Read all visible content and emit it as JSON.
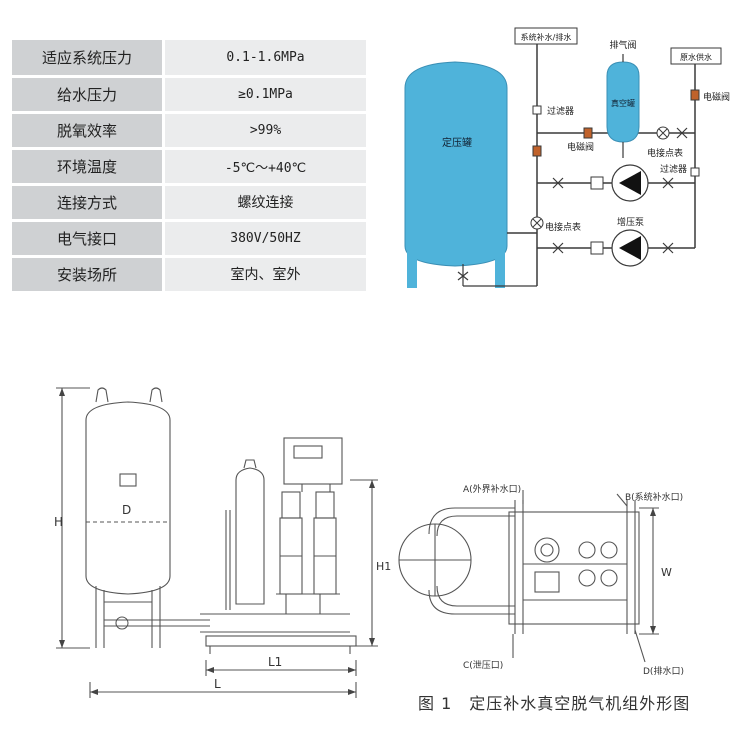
{
  "specs": [
    {
      "label": "适应系统压力",
      "value": "0.1-1.6MPa"
    },
    {
      "label": "给水压力",
      "value": "≥0.1MPa"
    },
    {
      "label": "脱氧效率",
      "value": ">99%"
    },
    {
      "label": "环境温度",
      "value": "-5℃～+40℃"
    },
    {
      "label": "连接方式",
      "value": "螺纹连接"
    },
    {
      "label": "电气接口",
      "value": "380V/50HZ"
    },
    {
      "label": "安装场所",
      "value": "室内、室外"
    }
  ],
  "schematic": {
    "tank": "定压罐",
    "system_makeup": "系统补水/排水",
    "exhaust_valve": "排气阀",
    "vacuum_tank": "真空罐",
    "raw_water": "原水供水",
    "filter_1": "过滤器",
    "solenoid_1": "电磁阀",
    "solenoid_2": "电磁阀",
    "contact_gauge_1": "电接点表",
    "filter_2": "过滤器",
    "contact_gauge_2": "电接点表",
    "booster_pump": "增压泵"
  },
  "front_view": {
    "H": "H",
    "D": "D",
    "H1": "H1",
    "L1": "L1",
    "L": "L"
  },
  "top_view": {
    "A": "A(外界补水口)",
    "B": "B(系统补水口)",
    "C": "C(泄压口)",
    "D": "D(排水口)",
    "W": "W"
  },
  "caption": "图 1　定压补水真空脱气机组外形图",
  "colors": {
    "tank": "#4fb3da",
    "pipe": "#3a3a3a",
    "valve": "#c0622b"
  }
}
